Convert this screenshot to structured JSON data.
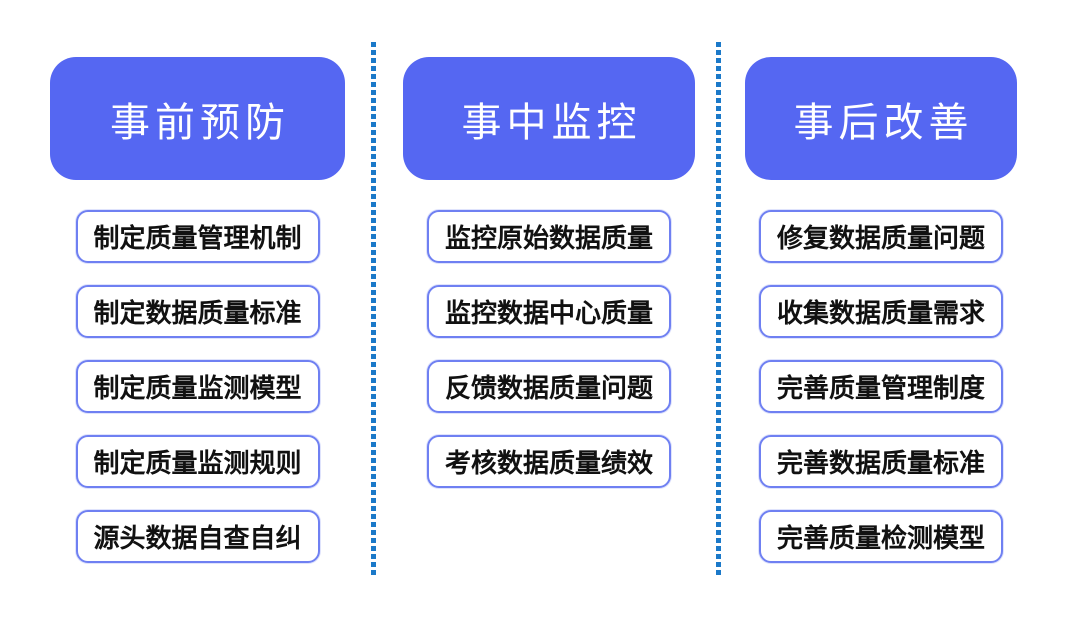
{
  "colors": {
    "background": "#FFFFFF",
    "header_fill": "#5567F2",
    "header_text": "#FFFFFF",
    "item_border": "#6F80F2",
    "item_text": "#111111",
    "divider_dot": "#1B79C9"
  },
  "columns": [
    {
      "title": "事前预防",
      "items": [
        "制定质量管理机制",
        "制定数据质量标准",
        "制定质量监测模型",
        "制定质量监测规则",
        "源头数据自查自纠"
      ]
    },
    {
      "title": "事中监控",
      "items": [
        "监控原始数据质量",
        "监控数据中心质量",
        "反馈数据质量问题",
        "考核数据质量绩效"
      ]
    },
    {
      "title": "事后改善",
      "items": [
        "修复数据质量问题",
        "收集数据质量需求",
        "完善质量管理制度",
        "完善数据质量标准",
        "完善质量检测模型"
      ]
    }
  ]
}
